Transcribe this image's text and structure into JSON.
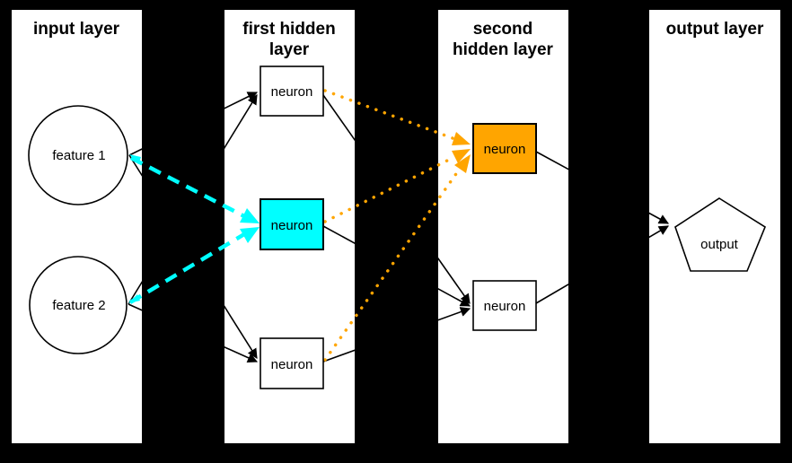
{
  "diagram": {
    "type": "neural-network-layer-diagram",
    "colors": {
      "background": "#000000",
      "panel": "#ffffff",
      "edge_default": "#000000",
      "cyan_highlight": "#00ffff",
      "orange_highlight": "#ffa500"
    },
    "layers": [
      {
        "id": "input",
        "title_lines": [
          "input layer"
        ],
        "nodes": [
          {
            "label": "feature 1",
            "shape": "circle"
          },
          {
            "label": "feature 2",
            "shape": "circle"
          }
        ]
      },
      {
        "id": "first-hidden",
        "title_lines": [
          "first hidden",
          "layer"
        ],
        "nodes": [
          {
            "label": "neuron",
            "shape": "rect",
            "fill": "#ffffff"
          },
          {
            "label": "neuron",
            "shape": "rect",
            "fill": "#00ffff"
          },
          {
            "label": "neuron",
            "shape": "rect",
            "fill": "#ffffff"
          }
        ]
      },
      {
        "id": "second-hidden",
        "title_lines": [
          "second",
          "hidden layer"
        ],
        "nodes": [
          {
            "label": "neuron",
            "shape": "rect",
            "fill": "#ffa500"
          },
          {
            "label": "neuron",
            "shape": "rect",
            "fill": "#ffffff"
          }
        ]
      },
      {
        "id": "output",
        "title_lines": [
          "output layer"
        ],
        "nodes": [
          {
            "label": "output",
            "shape": "pentagon"
          }
        ]
      }
    ],
    "edges": [
      {
        "from": "feature 1",
        "to": "first hidden top neuron",
        "style": "solid-black-arrow"
      },
      {
        "from": "feature 2",
        "to": "first hidden top neuron",
        "style": "solid-black-arrow"
      },
      {
        "from": "feature 1",
        "to": "first hidden bottom neuron",
        "style": "solid-black-arrow"
      },
      {
        "from": "feature 2",
        "to": "first hidden bottom neuron",
        "style": "solid-black-arrow"
      },
      {
        "from": "feature 1",
        "to": "first hidden middle neuron",
        "style": "cyan-dashed-arrow"
      },
      {
        "from": "feature 2",
        "to": "first hidden middle neuron",
        "style": "cyan-dashed-arrow"
      },
      {
        "from": "first hidden top neuron",
        "to": "second hidden top neuron",
        "style": "orange-dotted-arrow"
      },
      {
        "from": "first hidden middle neuron",
        "to": "second hidden top neuron",
        "style": "orange-dotted-arrow"
      },
      {
        "from": "first hidden bottom neuron",
        "to": "second hidden top neuron",
        "style": "orange-dotted-arrow"
      },
      {
        "from": "first hidden top neuron",
        "to": "second hidden bottom neuron",
        "style": "solid-black-arrow"
      },
      {
        "from": "first hidden middle neuron",
        "to": "second hidden bottom neuron",
        "style": "solid-black-arrow"
      },
      {
        "from": "first hidden bottom neuron",
        "to": "second hidden bottom neuron",
        "style": "solid-black-arrow"
      },
      {
        "from": "second hidden top neuron",
        "to": "output",
        "style": "solid-black-arrow"
      },
      {
        "from": "second hidden bottom neuron",
        "to": "output",
        "style": "solid-black-arrow"
      }
    ]
  }
}
